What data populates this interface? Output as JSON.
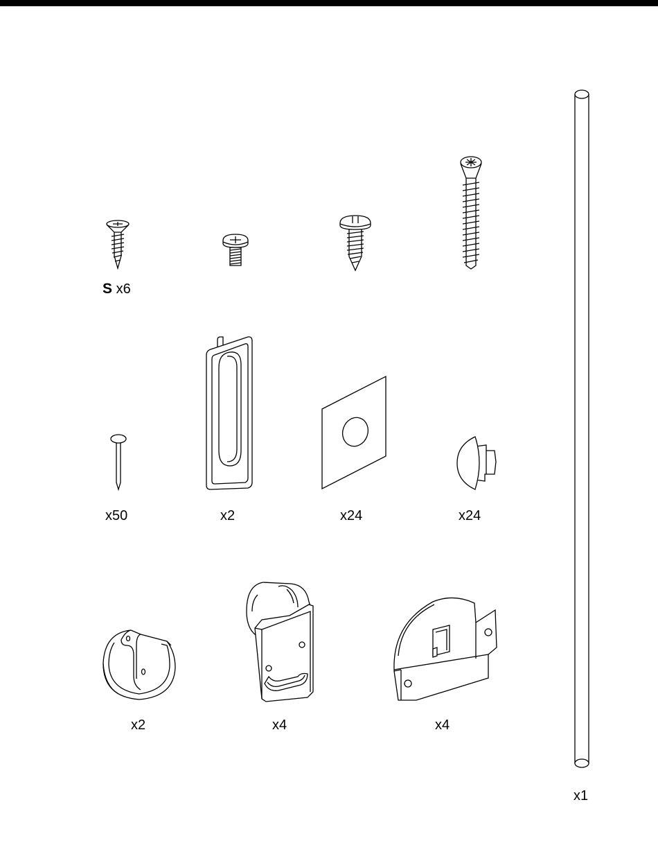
{
  "sheet": {
    "parts": [
      {
        "name": "screw-s",
        "code": "S",
        "qty": "x6"
      },
      {
        "name": "machine-screw",
        "qty": ""
      },
      {
        "name": "pan-head-screw",
        "qty": ""
      },
      {
        "name": "long-screw",
        "qty": ""
      },
      {
        "name": "nail",
        "qty": "x50"
      },
      {
        "name": "door-pull-handle",
        "qty": "x2"
      },
      {
        "name": "adhesive-pad",
        "qty": "x24"
      },
      {
        "name": "cover-cap",
        "qty": "x24"
      },
      {
        "name": "rod-holder",
        "qty": "x2"
      },
      {
        "name": "door-roller",
        "qty": "x4"
      },
      {
        "name": "wheel-bracket",
        "qty": "x4"
      },
      {
        "name": "hanging-rod",
        "qty": "x1"
      }
    ]
  }
}
